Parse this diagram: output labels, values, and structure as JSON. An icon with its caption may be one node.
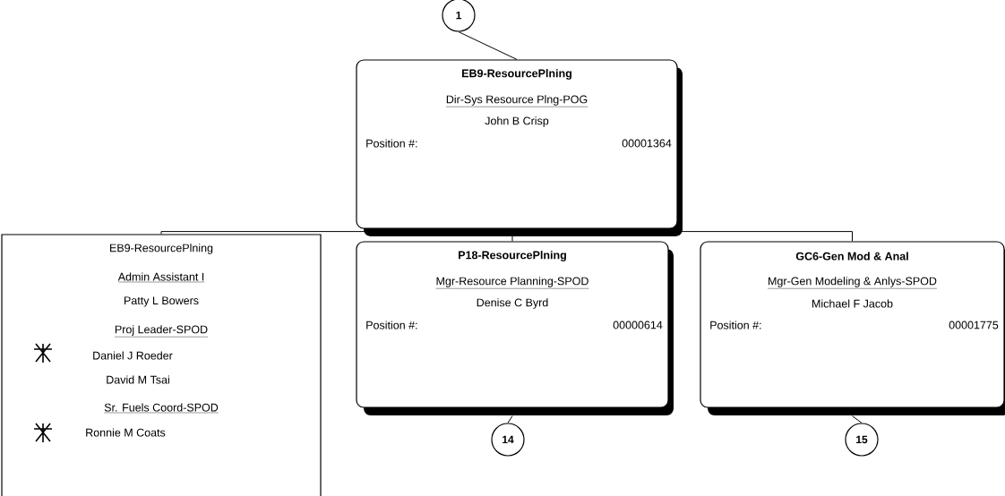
{
  "diagram": {
    "nodes": [
      {
        "text": [
          "1"
        ]
      },
      {
        "text": [
          "EB9-ResourcePlning",
          "Dir-Sys Resource Plng-POG",
          "John B Crisp",
          "Position #:",
          "00001364"
        ]
      },
      {
        "text": [
          "EB9-ResourcePlning",
          "Admin Assistant I",
          "Patty L Bowers",
          "Proj Leader-SPOD",
          "Daniel J Roeder",
          "David M Tsai",
          "Sr. Fuels Coord-SPOD",
          "Ronnie M Coats"
        ]
      },
      {
        "text": [
          "P18-ResourcePlning",
          "Mgr-Resource Planning-SPOD",
          "Denise C Byrd",
          "Position #:",
          "00000614"
        ]
      },
      {
        "text": [
          "GC6-Gen Mod & Anal",
          "Mgr-Gen Modeling & Anlys-SPOD",
          "Michael F Jacob",
          "Position #:",
          "00001775"
        ]
      },
      {
        "text": [
          "14"
        ]
      },
      {
        "text": [
          "15"
        ]
      }
    ],
    "edges": [
      {
        "from": 0,
        "to": 1,
        "arrow": "none"
      },
      {
        "from": 1,
        "to": 2,
        "arrow": "none"
      },
      {
        "from": 1,
        "to": 3,
        "arrow": "none"
      },
      {
        "from": 1,
        "to": 4,
        "arrow": "none"
      },
      {
        "from": 3,
        "to": 5,
        "arrow": "none"
      },
      {
        "from": 4,
        "to": 6,
        "arrow": "none"
      }
    ]
  }
}
